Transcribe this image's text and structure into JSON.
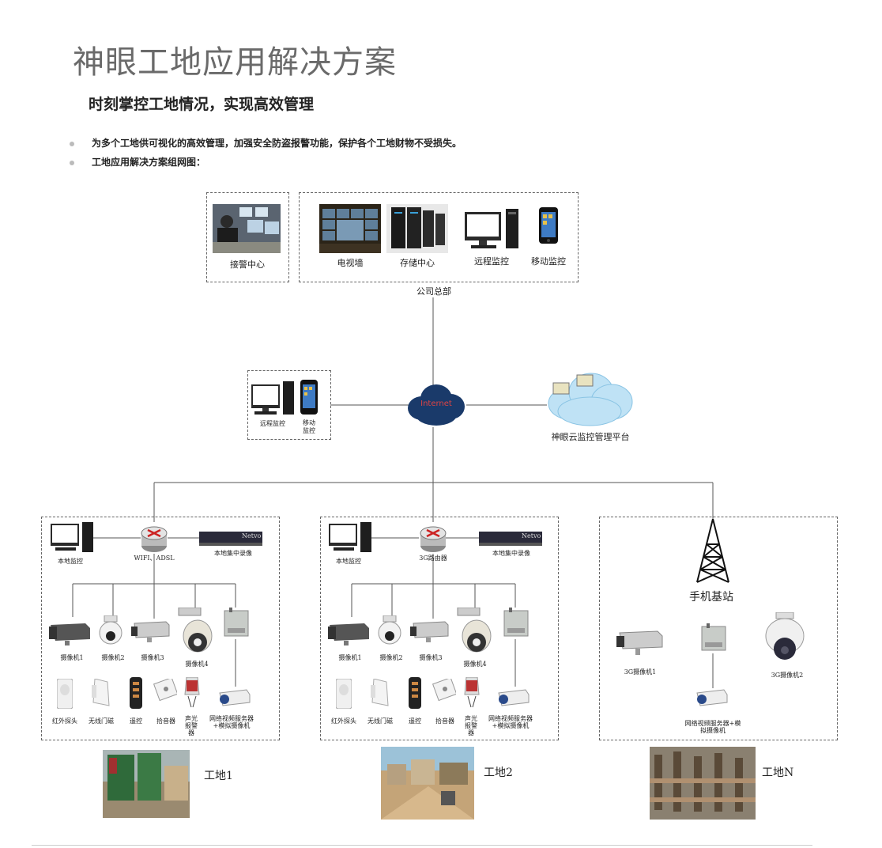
{
  "title": "神眼工地应用解决方案",
  "subtitle": "时刻掌控工地情况，实现高效管理",
  "bullets": [
    "为多个工地供可视化的高效管理，加强安全防盗报警功能，保护各个工地财物不受损失。",
    "工地应用解决方案组网图："
  ],
  "hq": {
    "alarm_center": "接警中心",
    "tv_wall": "电视墙",
    "storage_center": "存储中心",
    "remote_monitor": "远程监控",
    "mobile_monitor": "移动监控",
    "caption": "公司总部"
  },
  "middle": {
    "remote_monitor": "远程监控",
    "mobile_monitor": "移动\n监控",
    "internet": "Internet",
    "cloud_platform": "神眼云监控管理平台"
  },
  "site1": {
    "local_monitor": "本地监控",
    "router": "WIFI、ADSL",
    "nvr": "本地集中录像",
    "nvr_brand": "Netvo",
    "cameras": [
      "摄像机1",
      "摄像机2",
      "摄像机3",
      "摄像机4"
    ],
    "sensors": [
      "红外探头",
      "无线门磁",
      "遥控",
      "拾音器",
      "声光报警器",
      "网络视频服务器+模拟摄像机"
    ],
    "name": "工地1"
  },
  "site2": {
    "local_monitor": "本地监控",
    "router": "3G路由器",
    "nvr": "本地集中录像",
    "nvr_brand": "Netvo",
    "cameras": [
      "摄像机1",
      "摄像机2",
      "摄像机3",
      "摄像机4"
    ],
    "sensors": [
      "红外探头",
      "无线门磁",
      "遥控",
      "拾音器",
      "声光报警器",
      "网络视频服务器+模拟摄像机"
    ],
    "name": "工地2"
  },
  "siteN": {
    "base_station": "手机基站",
    "camera1": "3G摄像机1",
    "camera2": "3G摄像机2",
    "encoder": "网络视频服务器+模拟摄像机",
    "name": "工地N"
  },
  "colors": {
    "title": "#6a6a6a",
    "dash": "#666666",
    "cloud": "#9cd3ef",
    "internet": "#1a3a6a"
  }
}
